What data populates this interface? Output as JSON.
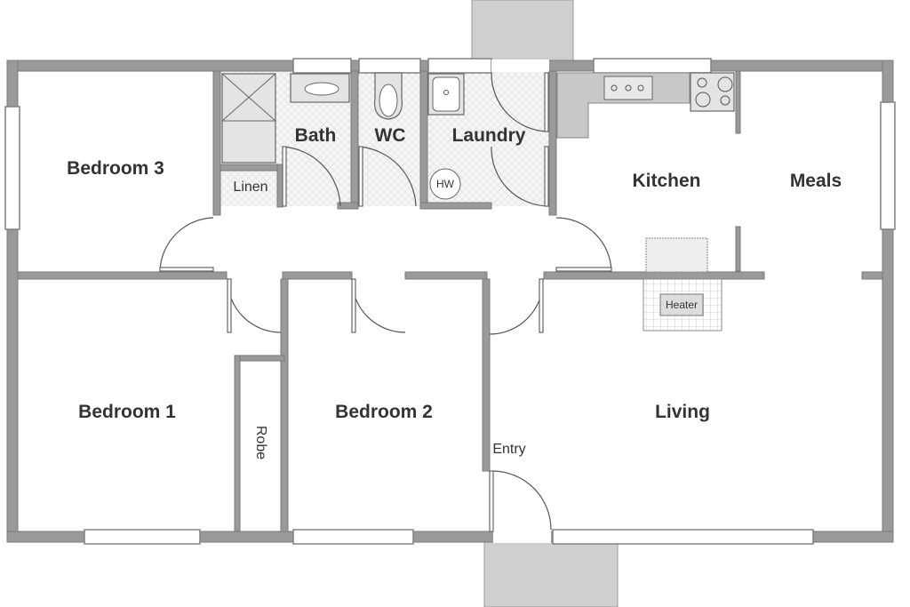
{
  "rooms": {
    "bedroom3": "Bedroom 3",
    "bath": "Bath",
    "wc": "WC",
    "laundry": "Laundry",
    "kitchen": "Kitchen",
    "meals": "Meals",
    "bedroom1": "Bedroom 1",
    "bedroom2": "Bedroom 2",
    "living": "Living",
    "robe": "Robe",
    "linen": "Linen",
    "entry": "Entry"
  },
  "fixtures": {
    "hot_water": "HW",
    "heater": "Heater"
  },
  "colors": {
    "wall": "#9a9a9a",
    "wet_area": "#f2f2f2",
    "slab": "#cfcfcf"
  }
}
